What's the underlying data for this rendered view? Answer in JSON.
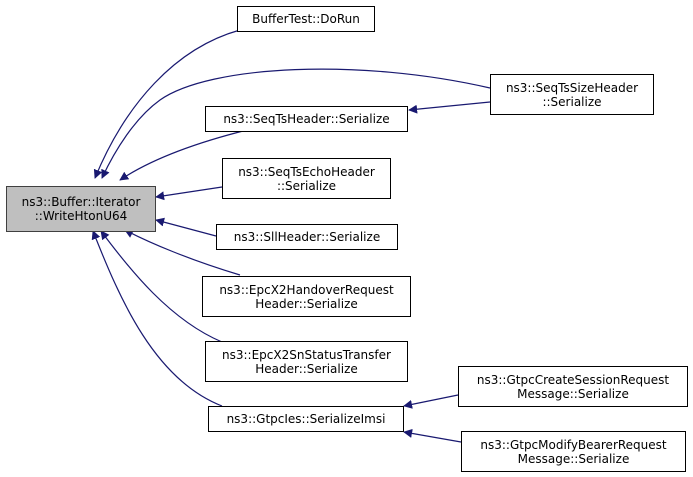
{
  "graph": {
    "title": "Caller graph of ns3::Buffer::Iterator::WriteHtonU64",
    "edge_color": "#191970",
    "root_fill": "#bfbfbf",
    "nodes": [
      {
        "id": "root",
        "lines": [
          "ns3::Buffer::Iterator",
          "::WriteHtonU64"
        ],
        "root": true
      },
      {
        "id": "buffertest-dorun",
        "lines": [
          "BufferTest::DoRun"
        ]
      },
      {
        "id": "seqtsheader-serialize",
        "lines": [
          "ns3::SeqTsHeader::Serialize"
        ]
      },
      {
        "id": "seqtssizeheader-serialize",
        "lines": [
          "ns3::SeqTsSizeHeader",
          "::Serialize"
        ]
      },
      {
        "id": "seqtsechoheader-serialize",
        "lines": [
          "ns3::SeqTsEchoHeader",
          "::Serialize"
        ]
      },
      {
        "id": "sllheader-serialize",
        "lines": [
          "ns3::SllHeader::Serialize"
        ]
      },
      {
        "id": "epcx2handoverrequestheader-serialize",
        "lines": [
          "ns3::EpcX2HandoverRequest",
          "Header::Serialize"
        ]
      },
      {
        "id": "epcx2snstatustransferheader-serialize",
        "lines": [
          "ns3::EpcX2SnStatusTransfer",
          "Header::Serialize"
        ]
      },
      {
        "id": "gtpcies-serializeimsi",
        "lines": [
          "ns3::GtpcIes::SerializeImsi"
        ]
      },
      {
        "id": "gtpccreatesessionrequestmessage-serialize",
        "lines": [
          "ns3::GtpcCreateSessionRequest",
          "Message::Serialize"
        ]
      },
      {
        "id": "gtpcmodifybearerrequestmessage-serialize",
        "lines": [
          "ns3::GtpcModifyBearerRequest",
          "Message::Serialize"
        ]
      }
    ],
    "edges": [
      {
        "from": "buffertest-dorun",
        "to": "root"
      },
      {
        "from": "seqtssizeheader-serialize",
        "to": "root"
      },
      {
        "from": "seqtsheader-serialize",
        "to": "root"
      },
      {
        "from": "seqtssizeheader-serialize",
        "to": "seqtsheader-serialize"
      },
      {
        "from": "seqtsechoheader-serialize",
        "to": "root"
      },
      {
        "from": "sllheader-serialize",
        "to": "root"
      },
      {
        "from": "epcx2handoverrequestheader-serialize",
        "to": "root"
      },
      {
        "from": "epcx2snstatustransferheader-serialize",
        "to": "root"
      },
      {
        "from": "gtpcies-serializeimsi",
        "to": "root"
      },
      {
        "from": "gtpccreatesessionrequestmessage-serialize",
        "to": "gtpcies-serializeimsi"
      },
      {
        "from": "gtpcmodifybearerrequestmessage-serialize",
        "to": "gtpcies-serializeimsi"
      }
    ]
  }
}
